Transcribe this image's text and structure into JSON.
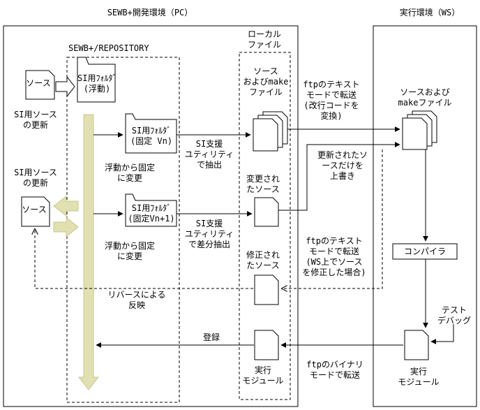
{
  "sections": {
    "pc_title": "SEWB+開発環境（PC）",
    "ws_title": "実行環境（WS）",
    "repository": "SEWB+/REPOSITORY",
    "local_file": "ローカル\nファイル"
  },
  "nodes": {
    "source_top": "ソース",
    "source_mid": "ソース",
    "folder_float": "SI用ﾌｫﾙﾀﾞ\n(浮動)",
    "folder_fixed_vn": "SI用ﾌｫﾙﾀﾞ\n(固定 Vn)",
    "folder_fixed_vn1": "SI用ﾌｫﾙﾀﾞ\n(固定Vn+1)",
    "local_source_make": "ソース\nおよびmake\nファイル",
    "local_changed": "変更され\nたソース",
    "local_modified": "修正され\nたソース",
    "local_exec": "実行\nモジュール",
    "ws_source_make": "ソースおよび\nmakeファイル",
    "compiler": "コンパイラ",
    "ws_exec": "実行\nモジュール"
  },
  "labels": {
    "si_update_1": "SI用ソース\nの更新",
    "si_update_2": "SI用ソース\nの更新",
    "float_to_fixed_1": "浮動から固定\nに変更",
    "float_to_fixed_2": "浮動から固定\nに変更",
    "si_extract": "SI支援\nユティリティ\nで抽出",
    "si_diff_extract": "SI支援\nユティリティ\nで差分抽出",
    "ftp_text_1": "ftpのテキスト\nモードで転送\n(改行コードを\n変換)",
    "overwrite": "更新されたソ\nースだけを\n上書き",
    "ftp_text_2": "ftpのテキスト\nモードで転送\n(WS上でソース\nを修正した場合)",
    "reverse": "リバースによる\n反映",
    "register": "登録",
    "ftp_binary": "ftpのバイナリ\nモードで転送",
    "test_debug": "テスト\nデバッグ"
  }
}
